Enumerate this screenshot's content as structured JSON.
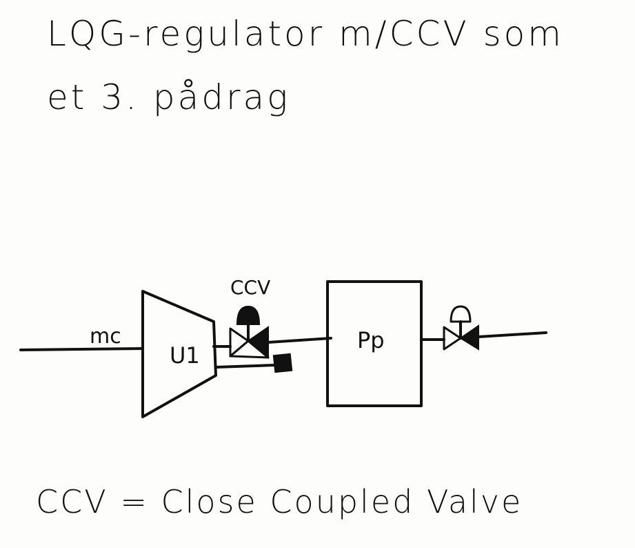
{
  "title": {
    "line1": "LQG-regulator m/CCV som",
    "line2": "et 3. pådrag"
  },
  "diagram": {
    "input_label": "mc",
    "compressor_label": "U1",
    "valve_label": "CCV",
    "tank_label": "Pp"
  },
  "footnote": "CCV = Close Coupled Valve",
  "colors": {
    "ink": "#111111",
    "paper": "#fdfdfb"
  }
}
